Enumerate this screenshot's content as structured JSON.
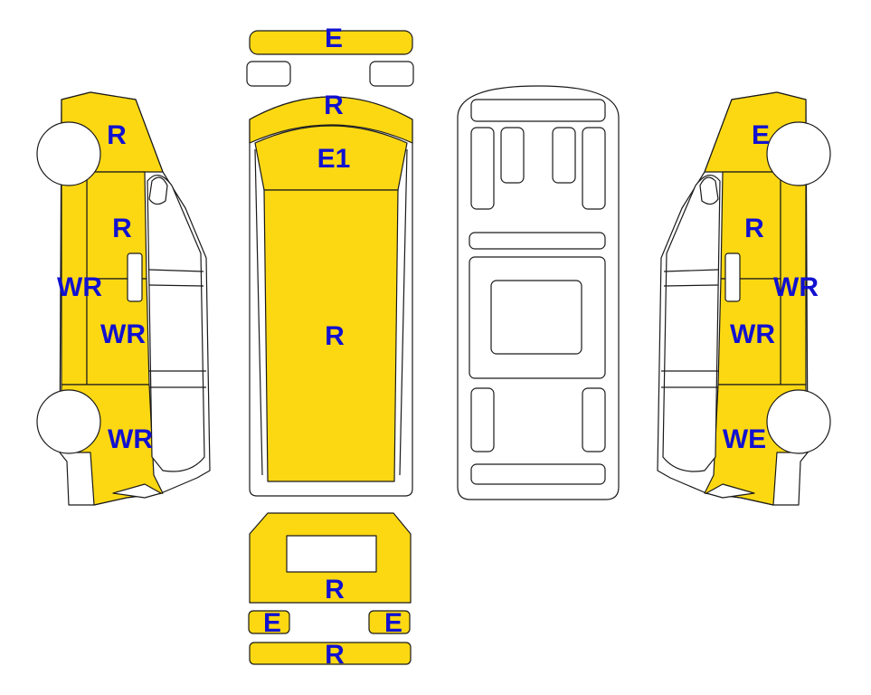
{
  "colors": {
    "damaged_fill": "#FCD813",
    "outline": "#1a1a1a",
    "label": "#1111D0",
    "background": "#ffffff"
  },
  "views": {
    "front": {
      "bumper": "E",
      "bonnet": "R",
      "windscreen_area": "E1",
      "roof": "R"
    },
    "left_side": {
      "front_wing": "R",
      "front_door": "R",
      "centre_pillar": "WR",
      "sliding_door": "WR",
      "rear_quarter": "WR"
    },
    "right_side": {
      "front_wing": "E",
      "front_door": "R",
      "centre_pillar": "WR",
      "sliding_door": "WR",
      "rear_quarter": "WE"
    },
    "rear": {
      "rear_door": "R",
      "light_left": "E",
      "light_right": "E",
      "bumper": "R"
    }
  }
}
